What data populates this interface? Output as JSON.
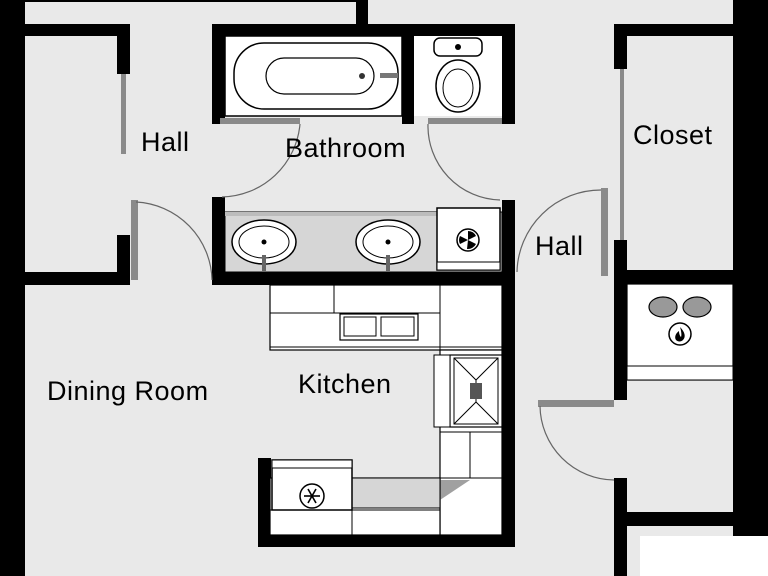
{
  "rooms": {
    "hall_left": "Hall",
    "bathroom": "Bathroom",
    "closet": "Closet",
    "hall_right": "Hall",
    "dining_room": "Dining Room",
    "kitchen": "Kitchen"
  },
  "colors": {
    "floor": "#e9e9e9",
    "wall": "#000000",
    "fixture": "#ffffff",
    "counter": "#d6d6d6",
    "outside": "#ffffff"
  },
  "icons": {
    "fridge": "snowflake-icon",
    "range": "flame-icon",
    "dryer": "fan-icon"
  }
}
